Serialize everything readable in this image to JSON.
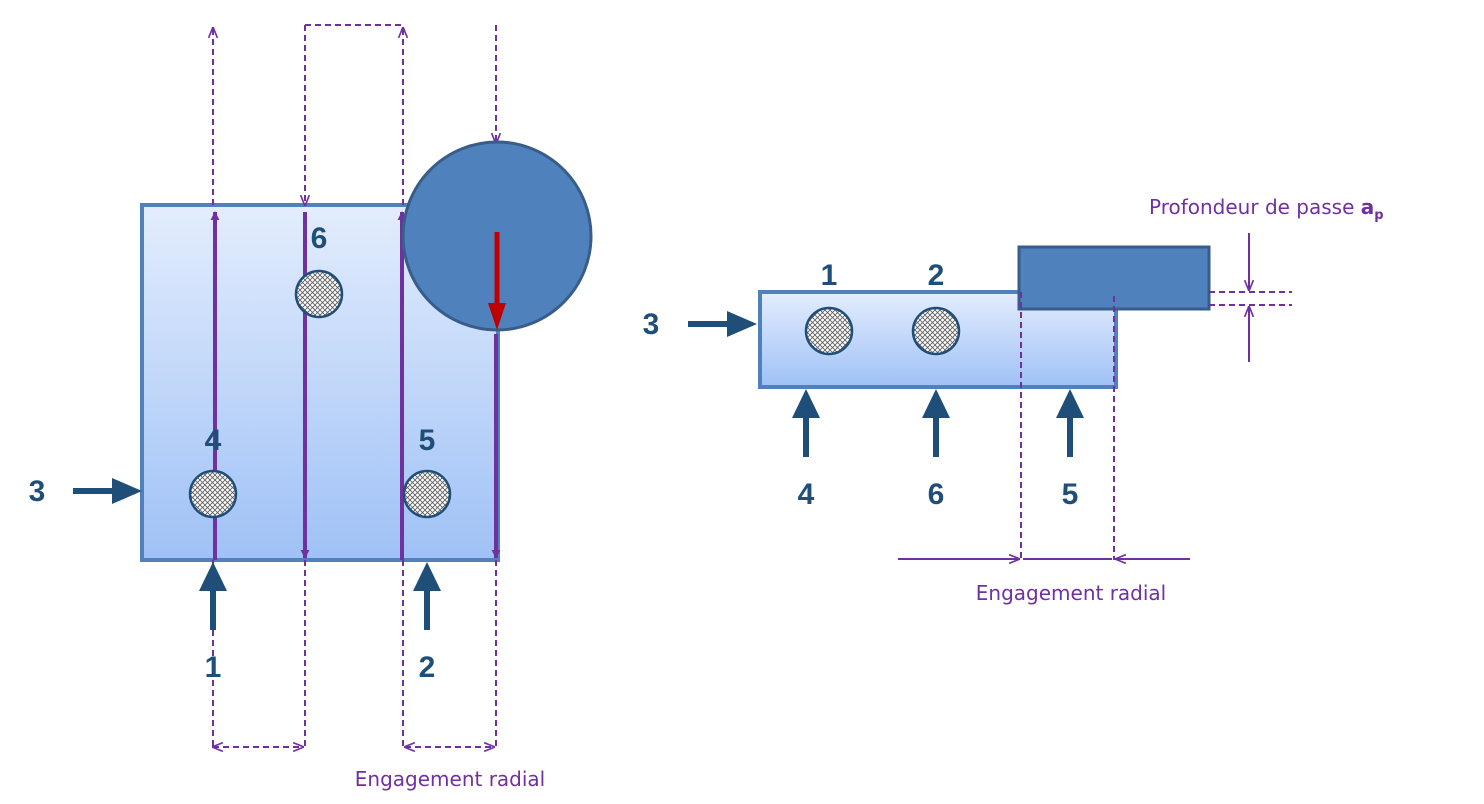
{
  "left_view": {
    "labels": {
      "n1": "1",
      "n2": "2",
      "n3": "3",
      "n4": "4",
      "n5": "5",
      "n6": "6"
    },
    "engagement_label": "Engagement radial"
  },
  "right_view": {
    "labels": {
      "n1": "1",
      "n2": "2",
      "n3": "3",
      "n4": "4",
      "n5": "5",
      "n6": "6"
    },
    "engagement_label": "Engagement radial",
    "depth_label": "Profondeur de passe ",
    "depth_symbol": "a",
    "depth_subscript": "p"
  },
  "colors": {
    "workpiece_top": "#e3edfd",
    "workpiece_bottom": "#9fc1f6",
    "workpiece_border": "#4f81bd",
    "tool_fill": "#4f81bd",
    "tool_border": "#385d8a",
    "locator_arrow": "#1f4e79",
    "path_line": "#7030a0",
    "feed_arrow": "#c00000"
  }
}
